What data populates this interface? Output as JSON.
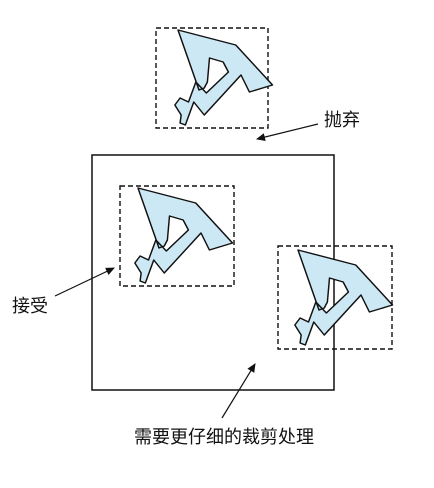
{
  "labels": {
    "discard": "抛弃",
    "accept": "接受",
    "refine": "需要更仔细的裁剪处理"
  },
  "colors": {
    "shape_fill": "#cce8f4",
    "stroke": "#111111",
    "background": "#ffffff"
  }
}
